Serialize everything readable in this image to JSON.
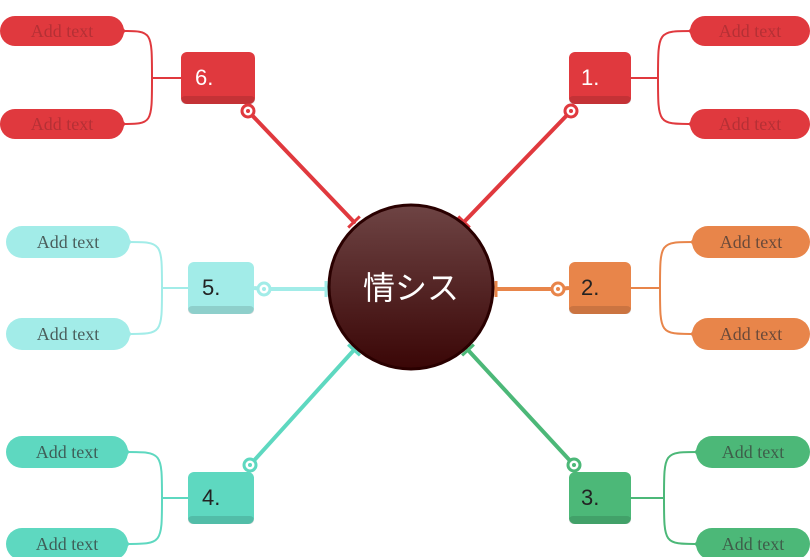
{
  "center": {
    "text": "情シス",
    "color_top": "#6e4444",
    "color_bottom": "#3a0606",
    "border": "#2a0000"
  },
  "branches": [
    {
      "label": "1.",
      "color": "#e0393e",
      "text_color": "#ffffff",
      "leaf_color": "#e0393e",
      "leaf_text_color": "#b53035",
      "leaves": [
        "Add text",
        "Add text"
      ]
    },
    {
      "label": "2.",
      "color": "#e8854a",
      "text_color": "#222222",
      "leaf_color": "#e8854a",
      "leaf_text_color": "#6a4a3a",
      "leaves": [
        "Add text",
        "Add text"
      ]
    },
    {
      "label": "3.",
      "color": "#4cb878",
      "text_color": "#222222",
      "leaf_color": "#4cb878",
      "leaf_text_color": "#3e5e4a",
      "leaves": [
        "Add text",
        "Add text"
      ]
    },
    {
      "label": "4.",
      "color": "#5ed8c0",
      "text_color": "#222222",
      "leaf_color": "#5ed8c0",
      "leaf_text_color": "#3e5e58",
      "leaves": [
        "Add text",
        "Add text"
      ]
    },
    {
      "label": "5.",
      "color": "#a2ece8",
      "text_color": "#222222",
      "leaf_color": "#a2ece8",
      "leaf_text_color": "#4a5e5c",
      "leaves": [
        "Add text",
        "Add text"
      ]
    },
    {
      "label": "6.",
      "color": "#e0393e",
      "text_color": "#ffffff",
      "leaf_color": "#e0393e",
      "leaf_text_color": "#b53035",
      "leaves": [
        "Add text",
        "Add text"
      ]
    }
  ]
}
